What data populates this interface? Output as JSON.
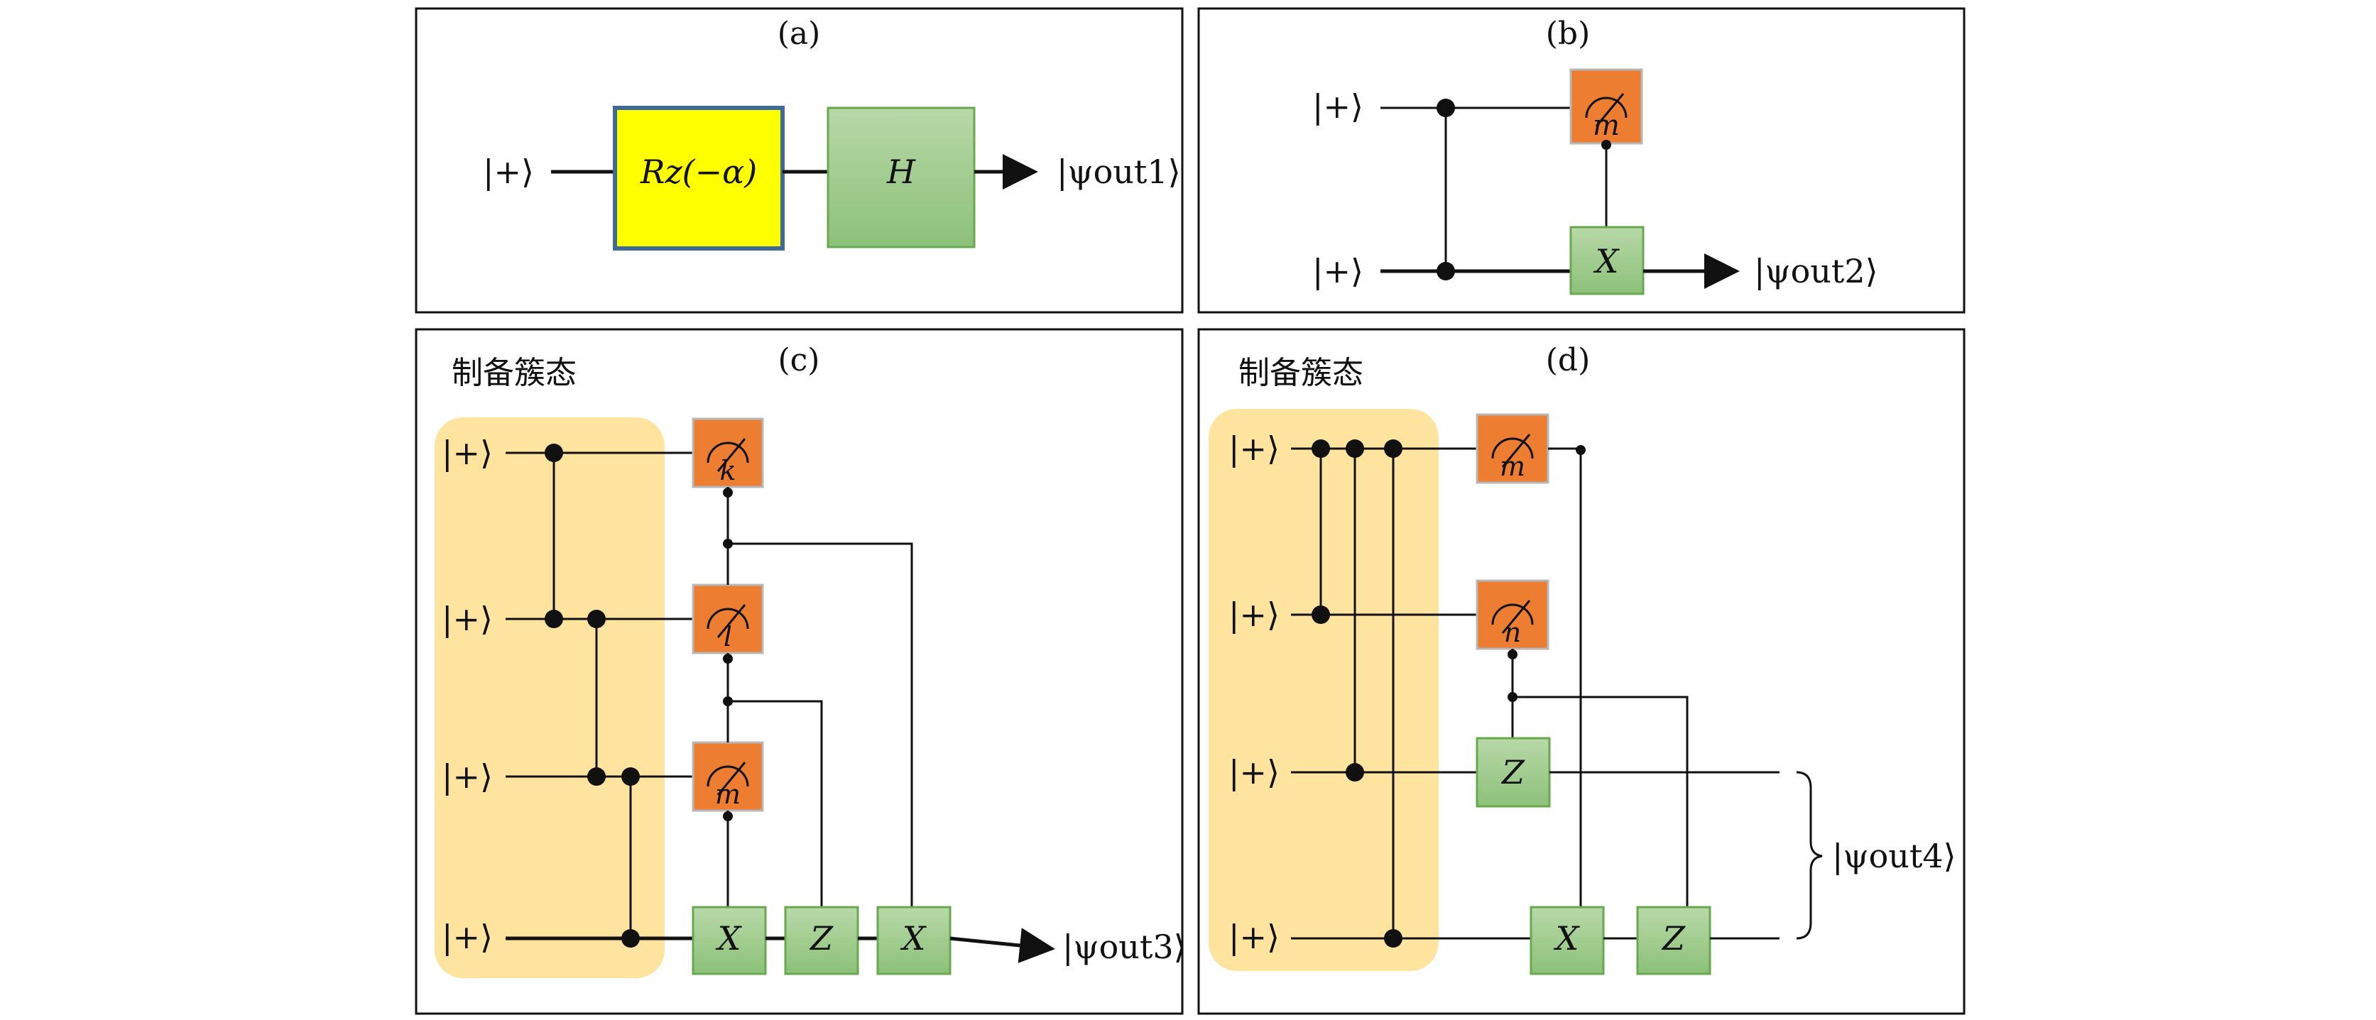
{
  "colors": {
    "measure_fill": "#ED7D31",
    "gate_fill_top": "#B5D7A4",
    "gate_fill_bottom": "#8DC27A",
    "gate_border": "#6AA84F",
    "rz_fill": "#FFFF00",
    "rz_border": "#3D6A99",
    "cluster_fill": "#FFE4A0"
  },
  "panels": {
    "a": {
      "label": "(a)",
      "input": "|+⟩",
      "rz_gate": "Rz(−α)",
      "h_gate": "H",
      "output": "|ψout1⟩"
    },
    "b": {
      "label": "(b)",
      "inputs": [
        "|+⟩",
        "|+⟩"
      ],
      "measure_var": "m",
      "x_gate": "X",
      "output": "|ψout2⟩"
    },
    "c": {
      "label": "(c)",
      "cluster_label": "制备簇态",
      "inputs": [
        "|+⟩",
        "|+⟩",
        "|+⟩",
        "|+⟩"
      ],
      "measure_vars": [
        "k",
        "l",
        "m"
      ],
      "gates": [
        "X",
        "Z",
        "X"
      ],
      "output": "|ψout3⟩"
    },
    "d": {
      "label": "(d)",
      "cluster_label": "制备簇态",
      "inputs": [
        "|+⟩",
        "|+⟩",
        "|+⟩",
        "|+⟩"
      ],
      "measure_vars": [
        "m",
        "n"
      ],
      "z_gate": "Z",
      "bottom_gates": [
        "X",
        "Z"
      ],
      "output": "|ψout4⟩"
    }
  }
}
